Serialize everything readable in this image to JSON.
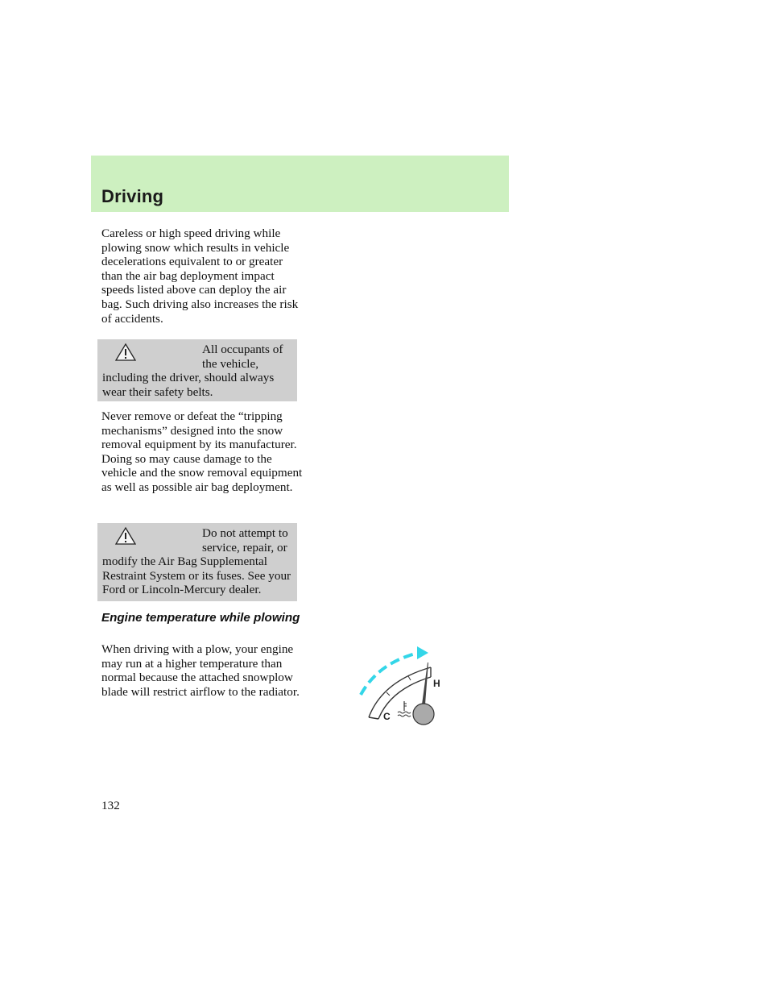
{
  "header": {
    "title": "Driving"
  },
  "paragraphs": [
    "Careless or high speed driving while plowing snow which results in vehicle decelerations equivalent to or greater than the air bag deployment impact speeds listed above can deploy the air bag. Such driving also increases the risk of accidents.",
    "Never remove or defeat the “tripping mechanisms” designed into the snow removal equipment by its manufacturer. Doing so may cause damage to the vehicle and the snow removal equipment as well as possible air bag deployment.",
    "When driving with a plow, your engine may run at a higher temperature than normal because the attached snowplow blade will restrict airflow to the radiator."
  ],
  "warnings": [
    {
      "icon": "warning-triangle-icon",
      "text": "All occupants of the vehicle, including the driver, should always wear their safety belts."
    },
    {
      "icon": "warning-triangle-icon",
      "text": "Do not attempt to service, repair, or modify the Air Bag Supplemental Restraint System or its fuses. See your Ford or Lincoln-Mercury dealer."
    }
  ],
  "subheading": "Engine temperature while plowing",
  "gauge": {
    "icon": "coolant-temperature-gauge-icon",
    "cold_label": "C",
    "hot_label": "H",
    "arrow_color": "#33d6e8"
  },
  "page_number": "132"
}
